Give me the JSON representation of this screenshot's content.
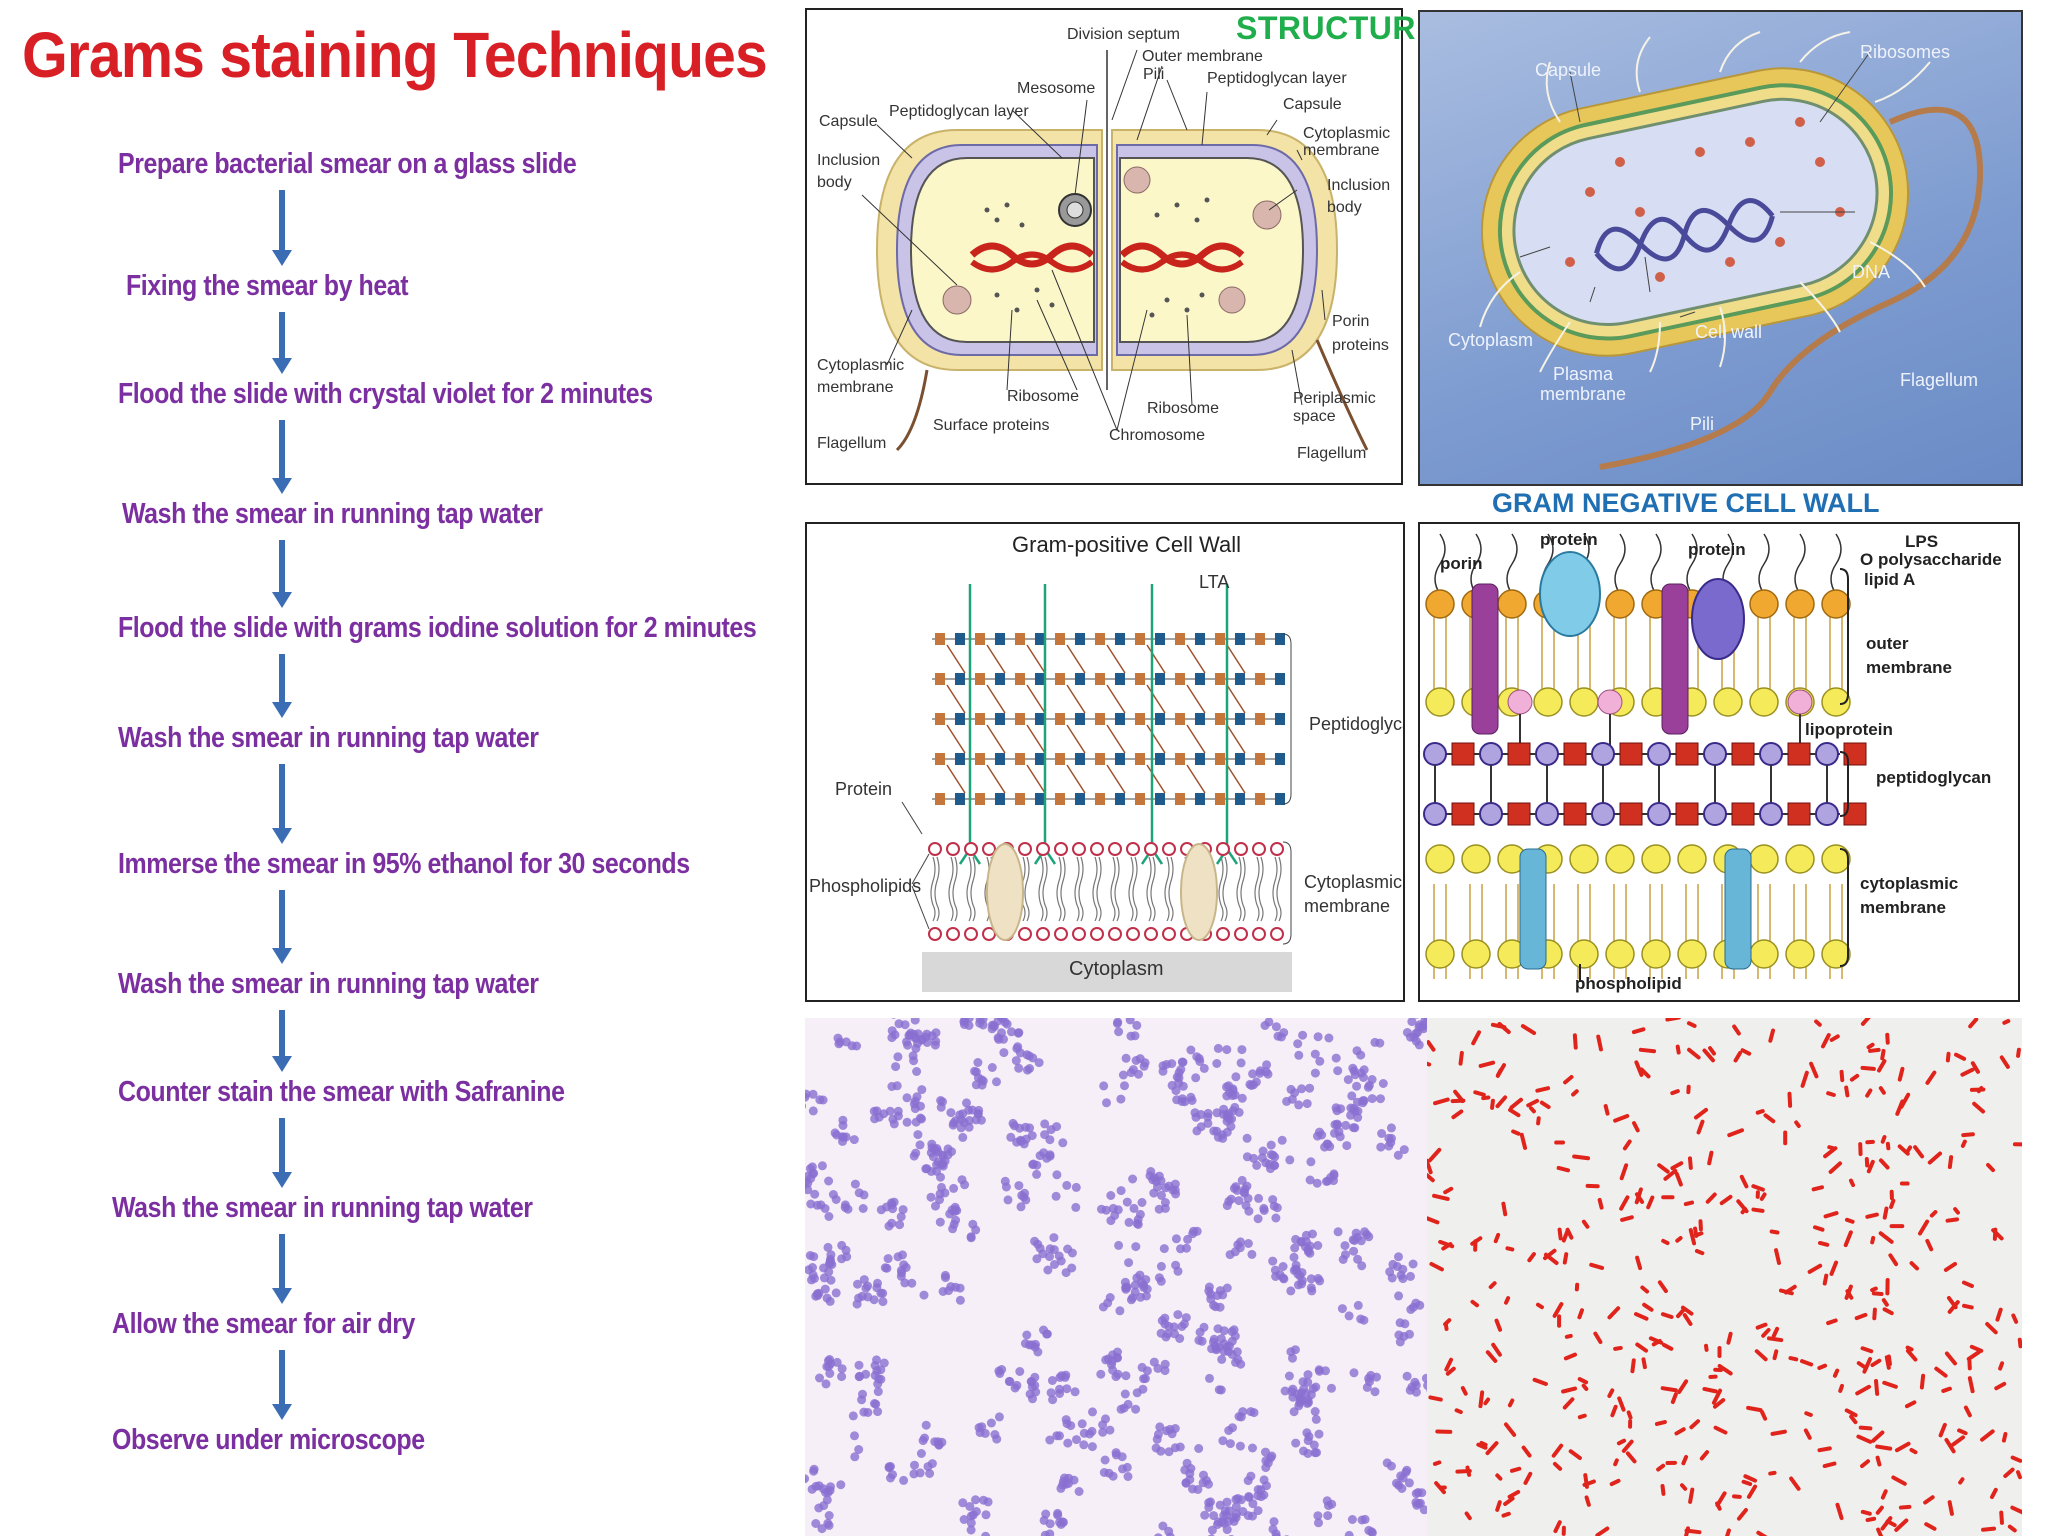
{
  "flowchart": {
    "title": "Grams staining Techniques",
    "steps": [
      "Prepare bacterial smear on a glass slide",
      "Fixing the smear by heat",
      "Flood the slide with crystal violet for 2 minutes",
      "Wash the smear in running tap water",
      "Flood the slide with grams iodine solution for 2 minutes",
      "Wash the smear in running tap water",
      "Immerse the smear in 95% ethanol for 30 seconds",
      "Wash the smear in running tap water",
      "Counter stain the smear with Safranine",
      "Wash the smear in running tap water",
      "Allow the smear for air dry",
      "Observe under microscope"
    ]
  },
  "cell_division_diagram": {
    "labels": {
      "division_septum": "Division septum",
      "outer_membrane": "Outer membrane",
      "pili": "Pili",
      "peptidoglycan_layer_right": "Peptidoglycan layer",
      "mesosome": "Mesosome",
      "capsule_left": "Capsule",
      "peptidoglycan_layer_left": "Peptidoglycan layer",
      "capsule_right": "Capsule",
      "cytoplasmic_membrane_right": "Cytoplasmic membrane",
      "inclusion_body_left": "Inclusion body",
      "inclusion_body_right": "Inclusion body",
      "porin_proteins": "Porin proteins",
      "cytoplasmic_membrane_left": "Cytoplasmic membrane",
      "ribosome_left": "Ribosome",
      "ribosome_right": "Ribosome",
      "periplasmic_space": "Periplasmic space",
      "surface_proteins": "Surface proteins",
      "chromosome": "Chromosome",
      "flagellum_left": "Flagellum",
      "flagellum_right": "Flagellum"
    }
  },
  "structure_diagram": {
    "heading": "STRUCTURE OF BACTERIA",
    "labels": {
      "capsule": "Capsule",
      "ribosomes": "Ribosomes",
      "dna": "DNA",
      "cytoplasm": "Cytoplasm",
      "cell_wall": "Cell wall",
      "plasma_membrane": "Plasma membrane",
      "pili": "Pili",
      "flagellum": "Flagellum"
    }
  },
  "gram_positive_diagram": {
    "title": "Gram-positive Cell Wall",
    "labels": {
      "lta": "LTA",
      "peptidoglycan": "Peptidoglycan",
      "protein": "Protein",
      "phospholipids": "Phospholipids",
      "cytoplasmic_membrane": "Cytoplasmic membrane",
      "cytoplasm": "Cytoplasm"
    }
  },
  "gram_negative_diagram": {
    "heading": "GRAM NEGATIVE CELL WALL",
    "labels": {
      "porin": "porin",
      "protein_1": "protein",
      "protein_2": "protein",
      "lps": "LPS",
      "o_polysaccharide": "O polysaccharide",
      "lipid_a": "lipid A",
      "outer_membrane": "outer membrane",
      "lipoprotein": "lipoprotein",
      "peptidoglycan": "peptidoglycan",
      "cytoplasmic_membrane": "cytoplasmic membrane",
      "phospholipid": "phospholipid"
    }
  },
  "colors": {
    "title_red": "#d91f26",
    "step_purple": "#7b2fa0",
    "arrow_blue": "#3b6db5",
    "heading_green": "#1fae4b",
    "heading_blue": "#1f6fb2",
    "gram_positive_stain": "#8a6fd1",
    "gram_negative_stain": "#e0241c"
  }
}
